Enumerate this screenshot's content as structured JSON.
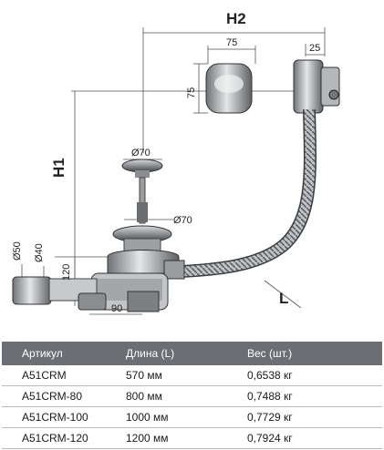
{
  "diagram": {
    "labels": {
      "h2": "H2",
      "h1": "H1",
      "l": "L",
      "w75_top": "75",
      "h75_side": "75",
      "d25": "25",
      "d70_cap": "Ø70",
      "d70_body": "Ø70",
      "d50": "Ø50",
      "d40": "Ø40",
      "h120": "120",
      "w90": "90"
    }
  },
  "table": {
    "headers": [
      "Артикул",
      "Длина (L)",
      "Вес (шт.)"
    ],
    "rows": [
      {
        "sku": "A51CRM",
        "length": "570 мм",
        "weight": "0,6538 кг"
      },
      {
        "sku": "A51CRM-80",
        "length": "800 мм",
        "weight": "0,7488 кг"
      },
      {
        "sku": "A51CRM-100",
        "length": "1000 мм",
        "weight": "0,7729 кг"
      },
      {
        "sku": "A51CRM-120",
        "length": "1200 мм",
        "weight": "0,7924 кг"
      }
    ]
  }
}
